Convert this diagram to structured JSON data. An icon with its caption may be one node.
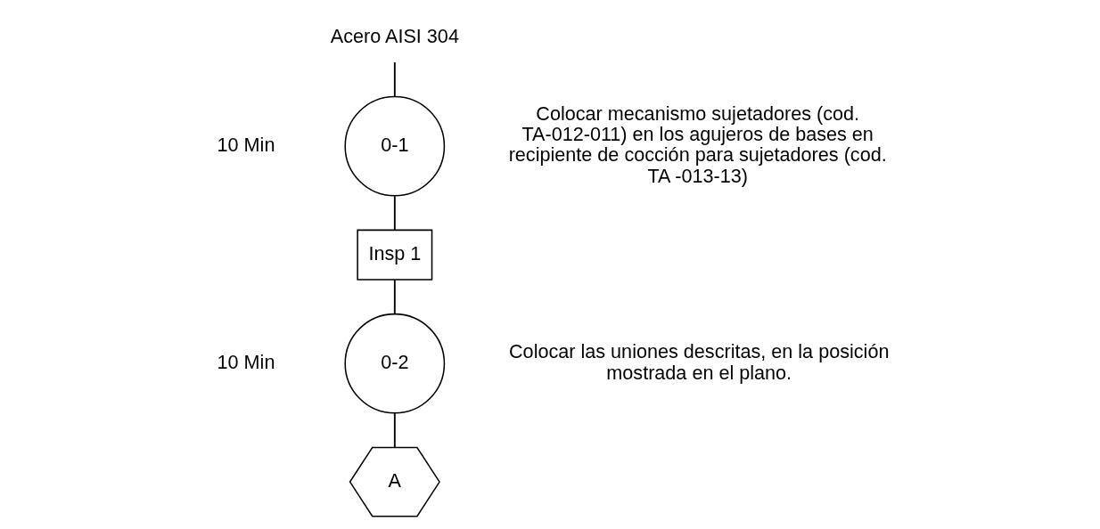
{
  "diagram": {
    "nodes": [
      {
        "text": [
          "Acero AISI 304"
        ]
      },
      {
        "text": [
          "0-1"
        ],
        "beside": [
          "10 Min",
          "Colocar mecanismo sujetadores (cod. TA-012-011) en los agujeros de bases en recipiente de cocción para sujetadores (cod. TA -013-13)"
        ]
      },
      {
        "text": [
          "Insp 1"
        ]
      },
      {
        "text": [
          "0-2"
        ],
        "beside": [
          "10 Min",
          "Colocar las uniones descritas, en la posición mostrada en el plano."
        ]
      },
      {
        "text": [
          "A"
        ]
      }
    ],
    "edges": [
      {
        "from": 0,
        "to": 1,
        "arrow": "none"
      },
      {
        "from": 1,
        "to": 2,
        "arrow": "none"
      },
      {
        "from": 2,
        "to": 3,
        "arrow": "none"
      },
      {
        "from": 3,
        "to": 4,
        "arrow": "none"
      }
    ]
  }
}
